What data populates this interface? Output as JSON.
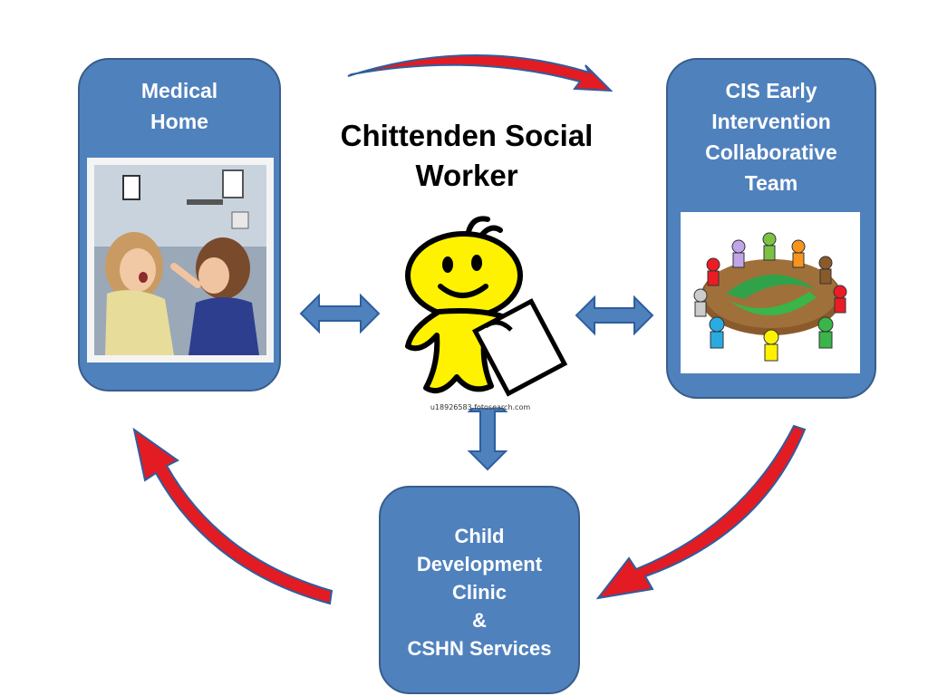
{
  "center": {
    "title": "Chittenden Social\nWorker",
    "mascot_icon": "yellow-mascot-with-document-icon",
    "watermark": "u18926583 fotosearch.com"
  },
  "nodes": {
    "medical_home": {
      "label": "Medical\nHome",
      "image": "children-doctor-exam-photo"
    },
    "cis_team": {
      "label": "CIS Early\nIntervention\nCollaborative\nTeam",
      "image": "team-meeting-round-table-illustration"
    },
    "child_dev_clinic": {
      "label": "Child\nDevelopment\nClinic\n&\nCSHN Services"
    }
  },
  "colors": {
    "box_fill": "#4f81bd",
    "box_border": "#385d8a",
    "cycle_arrow_fill": "#e31b23",
    "cycle_arrow_stroke": "#2e5e9e",
    "connector_arrow": "#4f81bd",
    "mascot_yellow": "#fff200"
  },
  "edges": [
    {
      "from": "medical_home",
      "to": "cis_team",
      "style": "curved-red-arrow"
    },
    {
      "from": "cis_team",
      "to": "child_dev_clinic",
      "style": "curved-red-arrow"
    },
    {
      "from": "child_dev_clinic",
      "to": "medical_home",
      "style": "curved-red-arrow"
    },
    {
      "from": "center",
      "to": "medical_home",
      "style": "double-blue-arrow"
    },
    {
      "from": "center",
      "to": "cis_team",
      "style": "double-blue-arrow"
    },
    {
      "from": "center",
      "to": "child_dev_clinic",
      "style": "double-blue-arrow"
    }
  ]
}
